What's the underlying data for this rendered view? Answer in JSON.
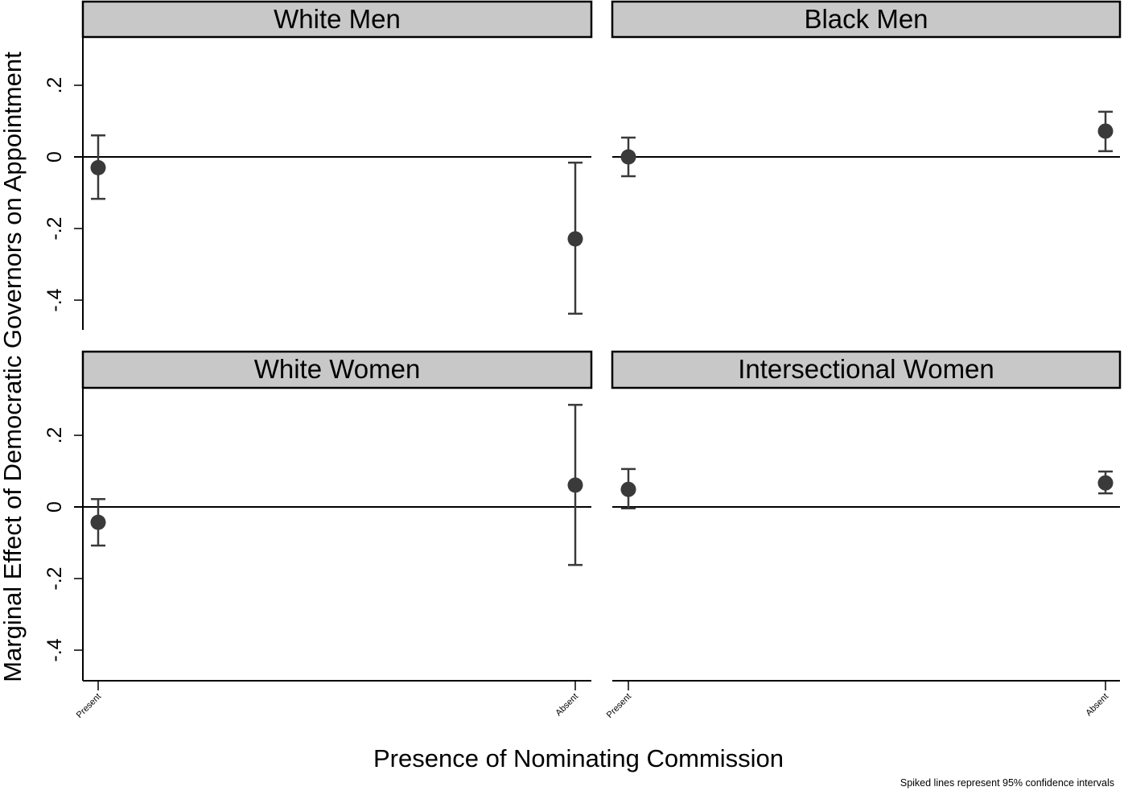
{
  "chart_data": {
    "type": "scatter",
    "subtype": "point-estimate-with-95ci",
    "title": "",
    "xlabel": "Presence of Nominating Commission",
    "ylabel": "Marginal Effect of Democratic Governors on Appointment",
    "categories": [
      "Present",
      "Absent"
    ],
    "ylim": [
      -0.48,
      0.33
    ],
    "yticks": [
      0.2,
      0,
      -0.2,
      -0.4
    ],
    "ytick_labels": [
      ".2",
      "0",
      "-.2",
      "-.4"
    ],
    "reference_line": 0,
    "grid": false,
    "note": "Spiked lines represent 95% confidence intervals",
    "panels": [
      {
        "title": "White Men",
        "points": [
          {
            "category": "Present",
            "estimate": -0.03,
            "ci_low": -0.117,
            "ci_high": 0.06
          },
          {
            "category": "Absent",
            "estimate": -0.229,
            "ci_low": -0.438,
            "ci_high": -0.016
          }
        ]
      },
      {
        "title": "Black Men",
        "points": [
          {
            "category": "Present",
            "estimate": 0.0,
            "ci_low": -0.054,
            "ci_high": 0.054
          },
          {
            "category": "Absent",
            "estimate": 0.072,
            "ci_low": 0.016,
            "ci_high": 0.126
          }
        ]
      },
      {
        "title": "White Women",
        "points": [
          {
            "category": "Present",
            "estimate": -0.043,
            "ci_low": -0.108,
            "ci_high": 0.022
          },
          {
            "category": "Absent",
            "estimate": 0.061,
            "ci_low": -0.162,
            "ci_high": 0.285
          }
        ]
      },
      {
        "title": "Intersectional Women",
        "points": [
          {
            "category": "Present",
            "estimate": 0.049,
            "ci_low": -0.004,
            "ci_high": 0.106
          },
          {
            "category": "Absent",
            "estimate": 0.067,
            "ci_low": 0.038,
            "ci_high": 0.099
          }
        ]
      }
    ]
  },
  "colors": {
    "strip_fill": "#c8c8c8",
    "point": "#3a3a3a",
    "ci_line": "#3a3a3a",
    "axis": "#000000"
  }
}
